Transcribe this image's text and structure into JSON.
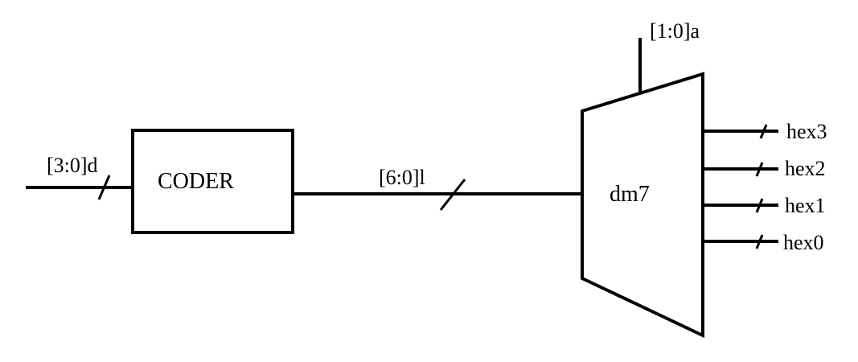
{
  "colors": {
    "stroke": "#000000",
    "background": "#ffffff"
  },
  "inputs": {
    "d_label": "[3:0]d",
    "a_label": "[1:0]a"
  },
  "coder": {
    "label": "CODER"
  },
  "bus_l": {
    "label": "[6:0]l"
  },
  "dm7": {
    "label": "dm7"
  },
  "outputs": [
    {
      "label": "hex3"
    },
    {
      "label": "hex2"
    },
    {
      "label": "hex1"
    },
    {
      "label": "hex0"
    }
  ]
}
